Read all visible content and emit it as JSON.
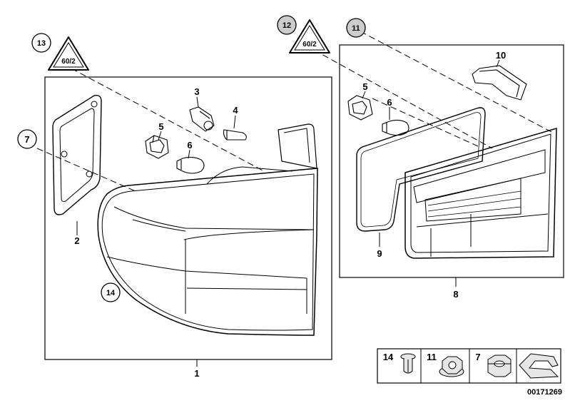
{
  "diagram_id": "00171269",
  "part_labels": {
    "p1": "1",
    "p2": "2",
    "p3": "3",
    "p4": "4",
    "p5a": "5",
    "p5b": "5",
    "p6a": "6",
    "p6b": "6",
    "p7": "7",
    "p8": "8",
    "p9": "9",
    "p10": "10"
  },
  "circled_labels": {
    "c7": "7",
    "c11": "11",
    "c12": "12",
    "c13": "13",
    "c14": "14"
  },
  "triangle_text": {
    "t13": "60/2",
    "t12": "60/2"
  },
  "legend": {
    "items": [
      "14",
      "11",
      "7"
    ]
  }
}
